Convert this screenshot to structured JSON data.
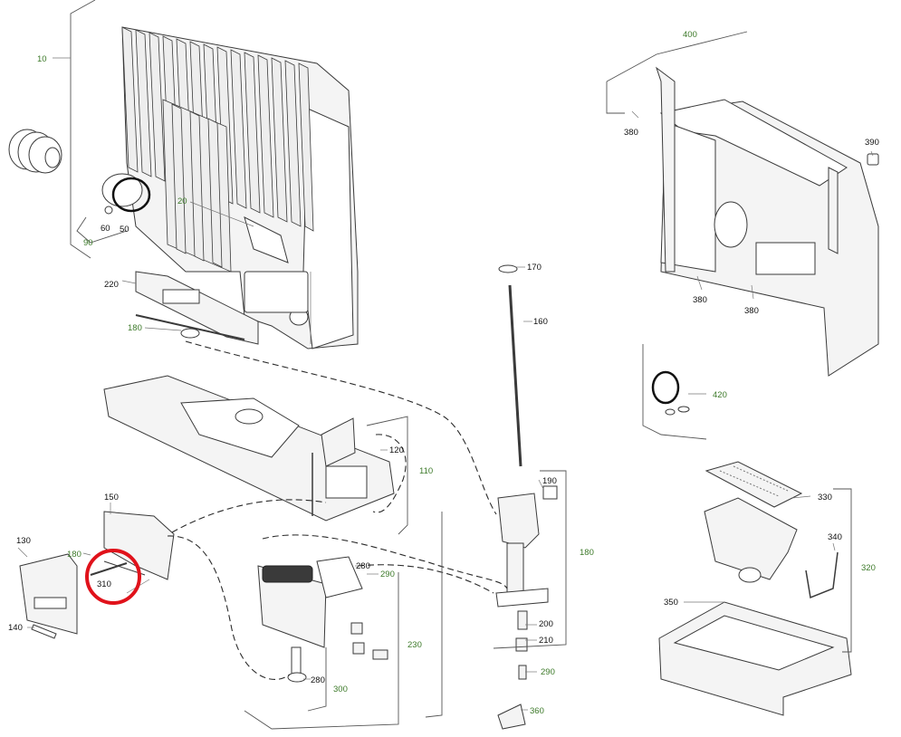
{
  "colors": {
    "line": "#3a3a3a",
    "label_black": "#111111",
    "label_green": "#3d7a2a",
    "highlight": "#e0121b"
  },
  "labels": {
    "p10": "10",
    "p20": "20",
    "p50": "50",
    "p60": "60",
    "p90": "90",
    "p110": "110",
    "p120": "120",
    "p130": "130",
    "p140": "140",
    "p150": "150",
    "p160": "160",
    "p170": "170",
    "p180_a": "180",
    "p180_b": "180",
    "p180_c": "180",
    "p190": "190",
    "p200": "200",
    "p210": "210",
    "p220": "220",
    "p230": "230",
    "p280_a": "280",
    "p280_b": "280",
    "p290_a": "290",
    "p290_b": "290",
    "p300": "300",
    "p310": "310",
    "p320": "320",
    "p330": "330",
    "p340": "340",
    "p350": "350",
    "p360": "360",
    "p380_a": "380",
    "p380_b": "380",
    "p380_c": "380",
    "p390": "390",
    "p400": "400",
    "p420": "420"
  },
  "highlight": {
    "part": "310"
  }
}
